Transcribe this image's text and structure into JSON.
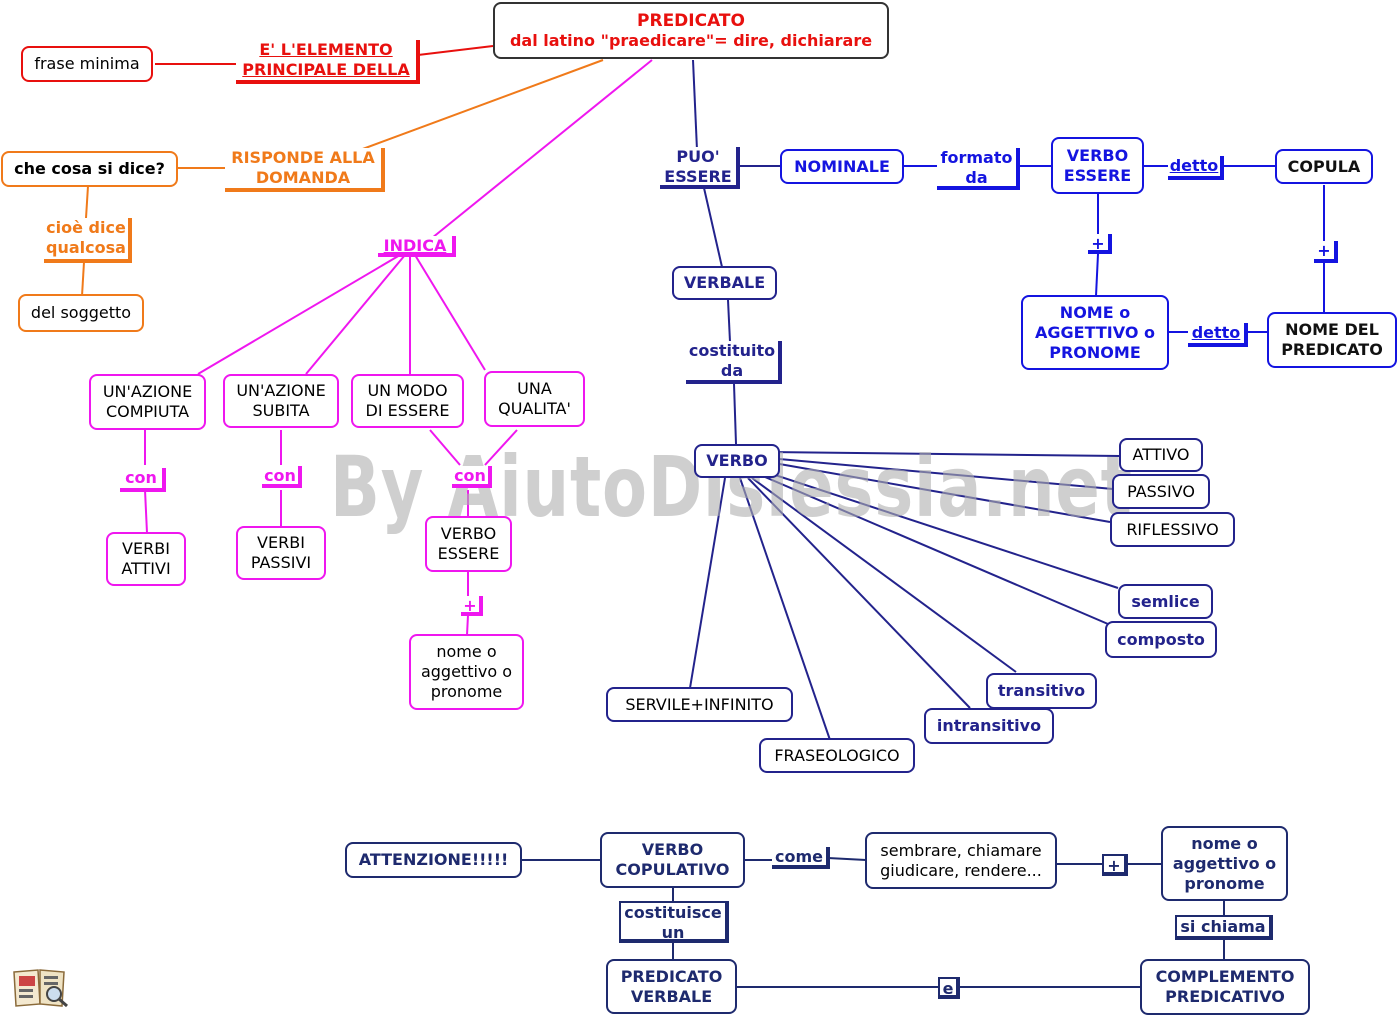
{
  "colors": {
    "red": "#e8100e",
    "orange": "#f07a1a",
    "magenta": "#ef17ef",
    "navy": "#23238c",
    "blue": "#1414e0",
    "dark": "#1e2a6e"
  },
  "title": {
    "line1": "PREDICATO",
    "line2": "dal latino \"praedicare\"= dire, dichiarare"
  },
  "nodes": {
    "frase_minima": "frase minima",
    "che_cosa": "che cosa si dice?",
    "del_soggetto": "del soggetto",
    "azione_compiuta": "UN'AZIONE\nCOMPIUTA",
    "azione_subita": "UN'AZIONE\nSUBITA",
    "modo_essere": "UN MODO\nDI ESSERE",
    "qualita": "UNA\nQUALITA'",
    "verbi_attivi": "VERBI\nATTIVI",
    "verbi_passivi": "VERBI\nPASSIVI",
    "verbo_essere_m": "VERBO\nESSERE",
    "nome_agg_m": "nome o\naggettivo o\npronome",
    "nominale": "NOMINALE",
    "verbo_essere_b": "VERBO\nESSERE",
    "copula": "COPULA",
    "nome_agg_b": "NOME o\nAGGETTIVO o\nPRONOME",
    "nome_predicato": "NOME DEL\nPREDICATO",
    "verbale": "VERBALE",
    "verbo": "VERBO",
    "attivo": "ATTIVO",
    "passivo": "PASSIVO",
    "riflessivo": "RIFLESSIVO",
    "semplice": "semlice",
    "composto": "composto",
    "transitivo": "transitivo",
    "intransitivo": "intransitivo",
    "servile": "SERVILE+INFINITO",
    "fraseologico": "FRASEOLOGICO",
    "attenzione": "ATTENZIONE!!!!!",
    "verbo_copulativo": "VERBO\nCOPULATIVO",
    "sembrare": "sembrare, chiamare\ngiudicare, rendere...",
    "nome_agg_c": "nome o\naggettivo o\npronome",
    "predicato_verbale": "PREDICATO\nVERBALE",
    "complemento_predicativo": "COMPLEMENTO\nPREDICATIVO"
  },
  "links": {
    "elemento": "E' L'ELEMENTO\nPRINCIPALE DELLA",
    "risponde": "RISPONDE ALLA\nDOMANDA",
    "cioe": "cioè dice\nqualcosa",
    "indica": "INDICA",
    "con1": "con",
    "con2": "con",
    "con3": "con",
    "plus_m": "+",
    "puo_essere": "PUO'\nESSERE",
    "formato_da": "formato\nda",
    "detto1": "detto",
    "plus_b1": "+",
    "plus_b2": "+",
    "detto2": "detto",
    "costituito_da": "costituito\nda",
    "come": "come",
    "plus_c": "+",
    "costituisce_un": "costituisce\nun",
    "si_chiama": "si chiama",
    "e": "e"
  },
  "watermark": "By AiutoDislessia.net"
}
